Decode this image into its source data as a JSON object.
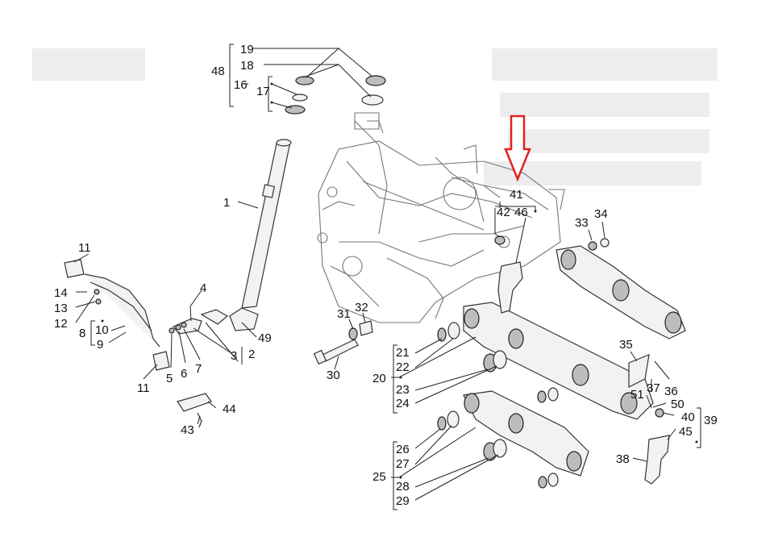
{
  "diagram": {
    "labels": {
      "p1": "1",
      "p2": "2",
      "p3": "3",
      "p4": "4",
      "p5": "5",
      "p6": "6",
      "p7": "7",
      "p8": "8",
      "p9": "9",
      "p10": "10",
      "p11a": "11",
      "p11b": "11",
      "p12": "12",
      "p13": "13",
      "p14": "14",
      "p16": "16",
      "p17": "17",
      "p18": "18",
      "p19": "19",
      "p20": "20",
      "p21": "21",
      "p22": "22",
      "p23": "23",
      "p24": "24",
      "p25": "25",
      "p26": "26",
      "p27": "27",
      "p28": "28",
      "p29": "29",
      "p30": "30",
      "p31": "31",
      "p32": "32",
      "p33": "33",
      "p34": "34",
      "p35": "35",
      "p36": "36",
      "p37": "37",
      "p38": "38",
      "p39": "39",
      "p40": "40",
      "p41": "41",
      "p42": "42",
      "p43": "43",
      "p44": "44",
      "p45": "45",
      "p46": "46",
      "p48": "48",
      "p49": "49",
      "p50": "50",
      "p51": "51"
    },
    "highlight": {
      "arrow_color": "#e02020",
      "points_to": "41"
    }
  }
}
